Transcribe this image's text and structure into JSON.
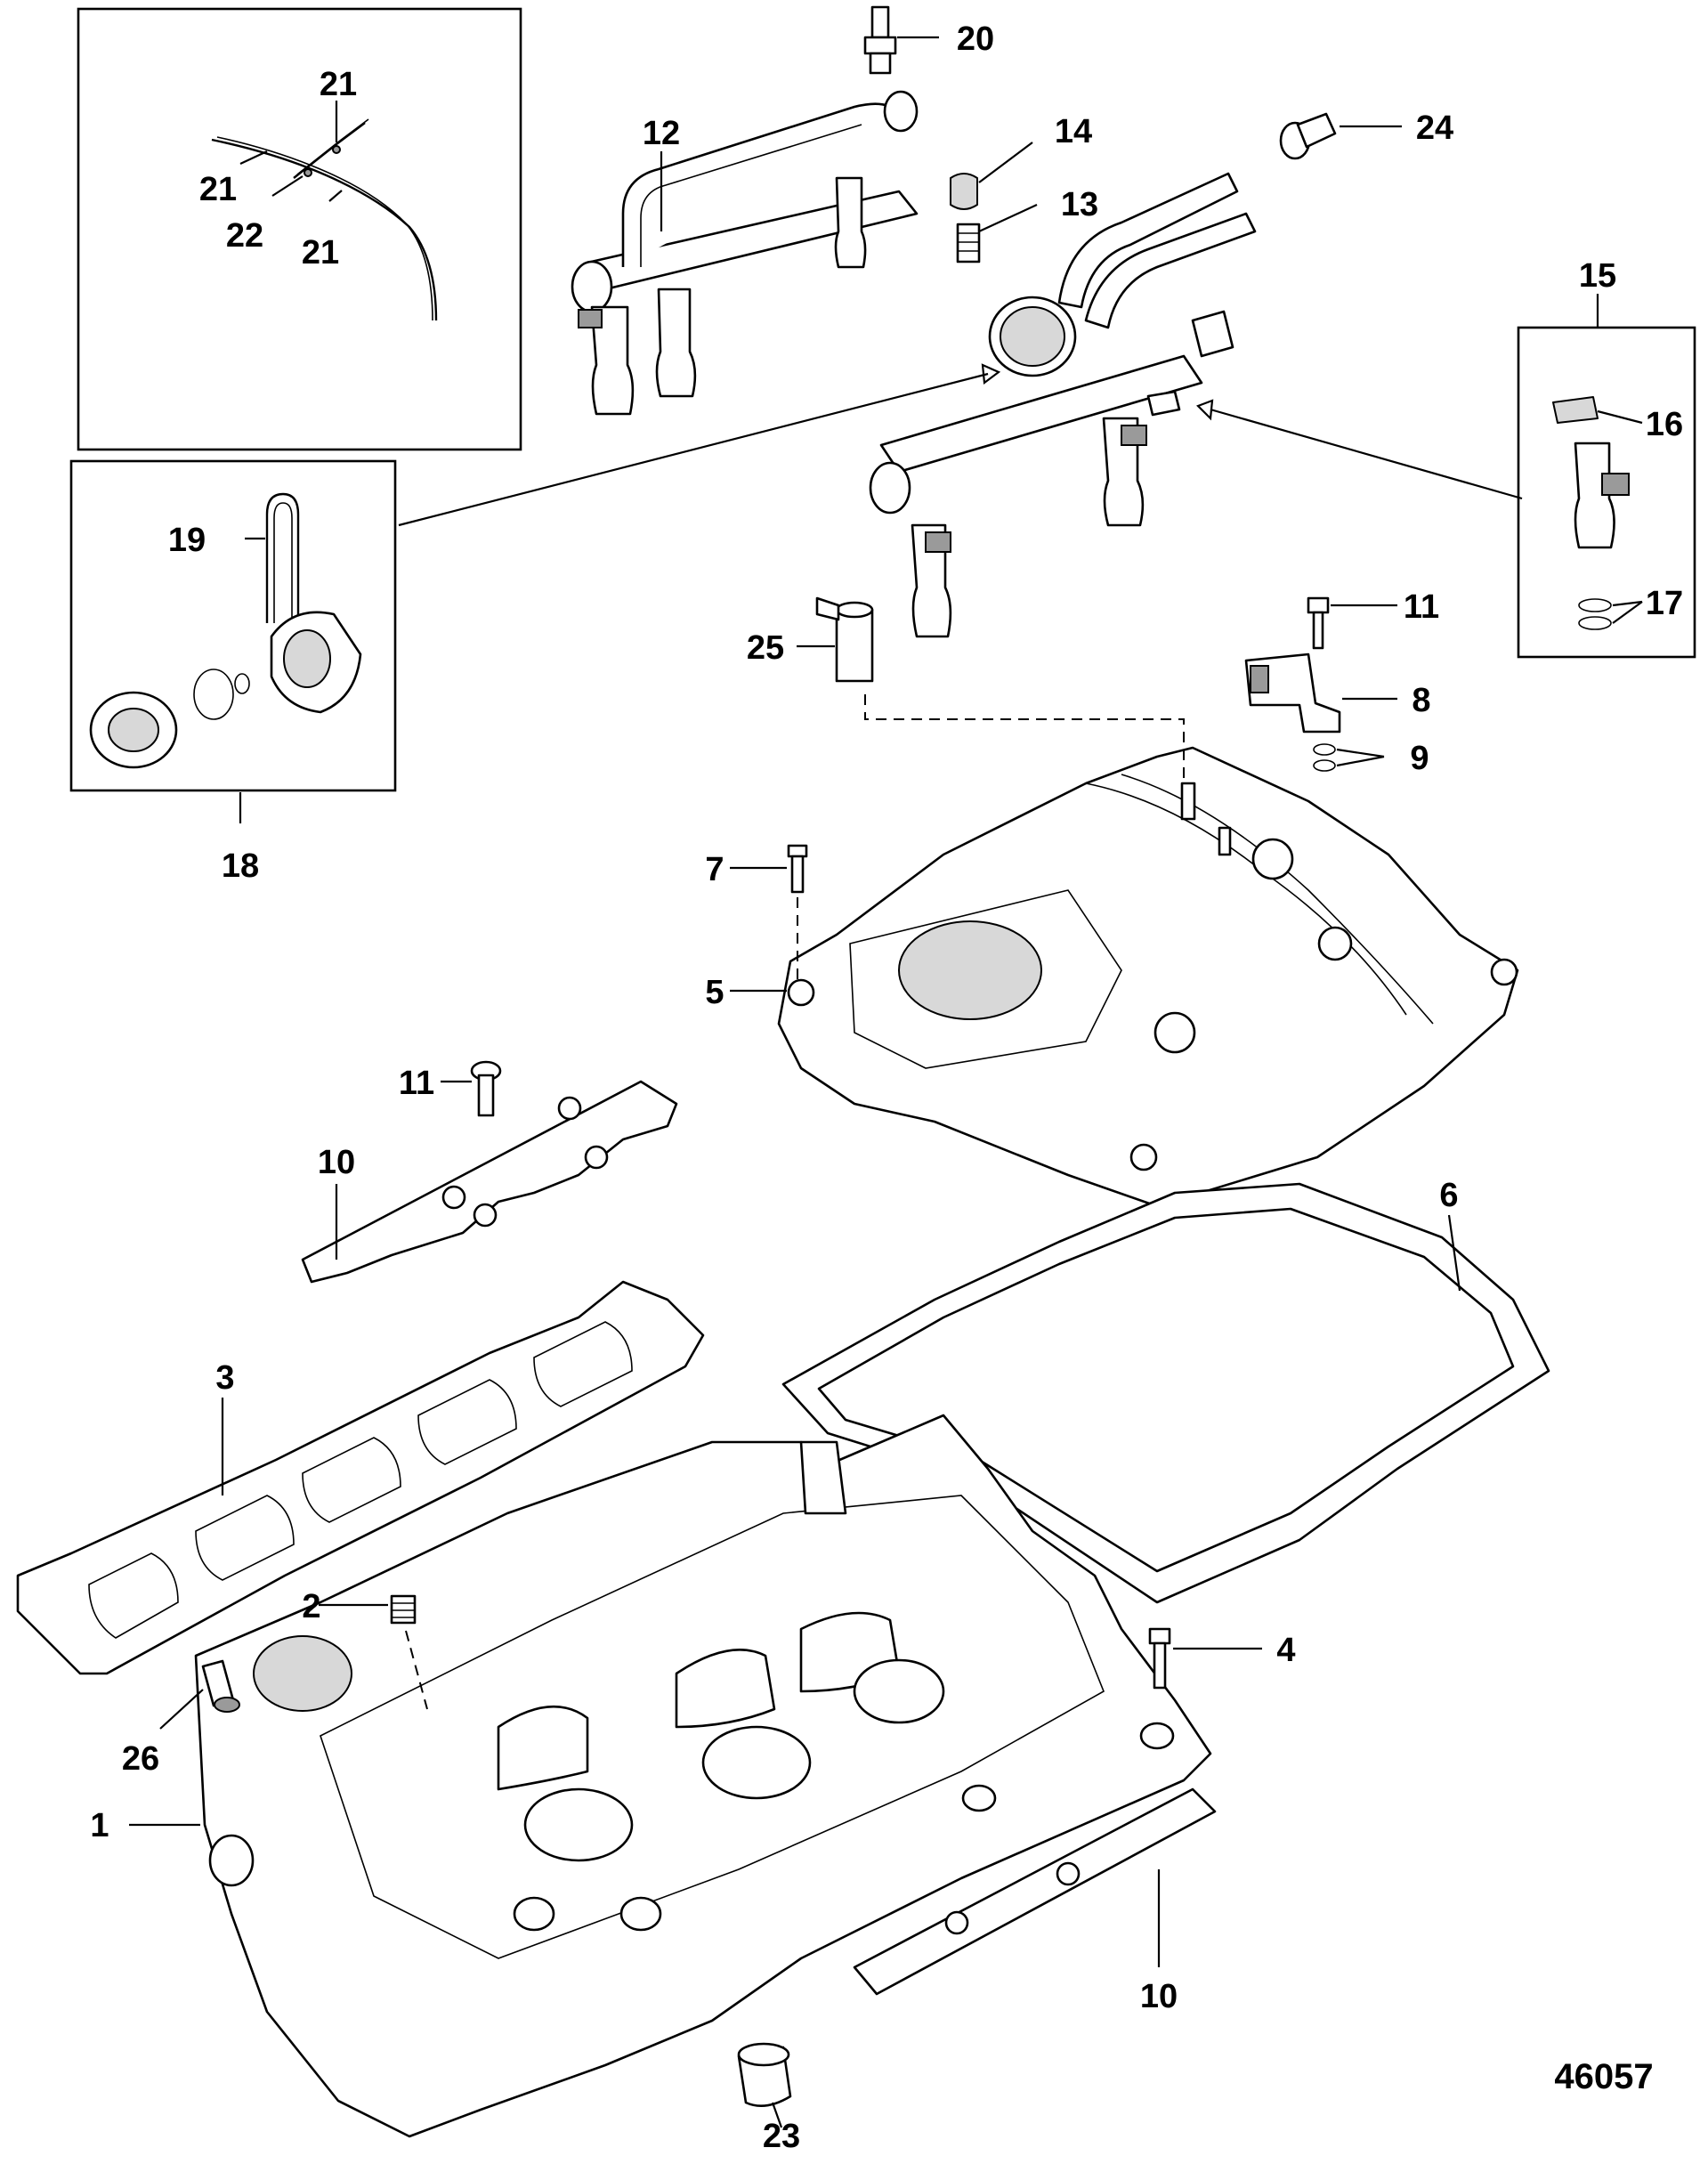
{
  "figure_number": "46057",
  "callouts": [
    {
      "id": "c1",
      "text": "1"
    },
    {
      "id": "c2",
      "text": "2"
    },
    {
      "id": "c3",
      "text": "3"
    },
    {
      "id": "c4",
      "text": "4"
    },
    {
      "id": "c5",
      "text": "5"
    },
    {
      "id": "c6",
      "text": "6"
    },
    {
      "id": "c7",
      "text": "7"
    },
    {
      "id": "c8",
      "text": "8"
    },
    {
      "id": "c9",
      "text": "9"
    },
    {
      "id": "c10a",
      "text": "10"
    },
    {
      "id": "c10b",
      "text": "10"
    },
    {
      "id": "c11a",
      "text": "11"
    },
    {
      "id": "c11b",
      "text": "11"
    },
    {
      "id": "c12",
      "text": "12"
    },
    {
      "id": "c13",
      "text": "13"
    },
    {
      "id": "c14",
      "text": "14"
    },
    {
      "id": "c15",
      "text": "15"
    },
    {
      "id": "c16",
      "text": "16"
    },
    {
      "id": "c17",
      "text": "17"
    },
    {
      "id": "c18",
      "text": "18"
    },
    {
      "id": "c19",
      "text": "19"
    },
    {
      "id": "c20",
      "text": "20"
    },
    {
      "id": "c21a",
      "text": "21"
    },
    {
      "id": "c21b",
      "text": "21"
    },
    {
      "id": "c21c",
      "text": "21"
    },
    {
      "id": "c22",
      "text": "22"
    },
    {
      "id": "c23",
      "text": "23"
    },
    {
      "id": "c24",
      "text": "24"
    },
    {
      "id": "c25",
      "text": "25"
    },
    {
      "id": "c26",
      "text": "26"
    }
  ]
}
